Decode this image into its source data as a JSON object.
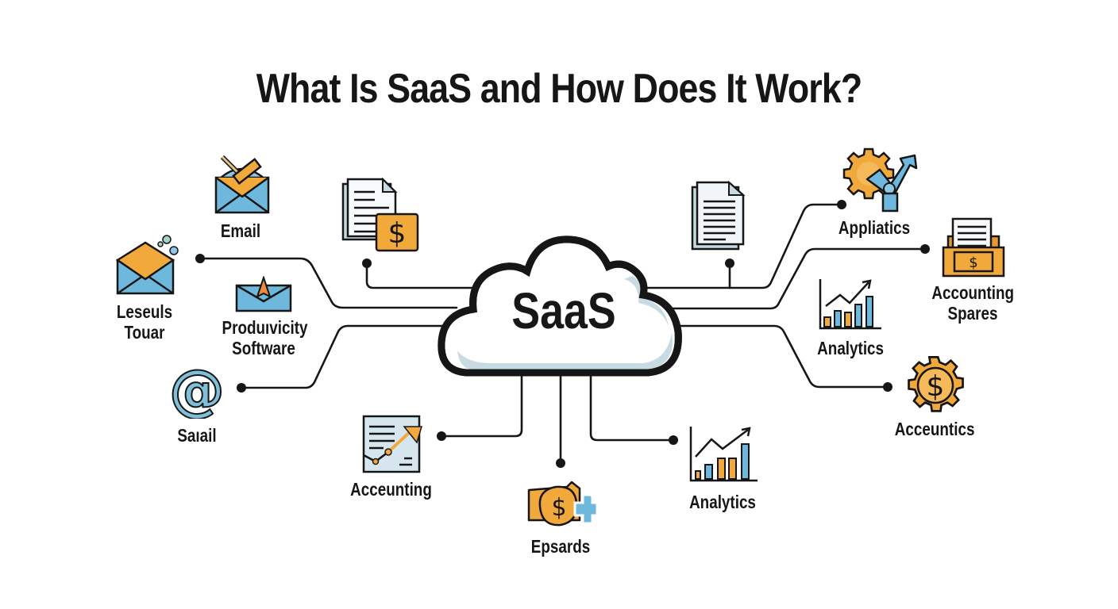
{
  "title": "What Is SaaS and How Does It Work?",
  "center": {
    "label": "SaaS",
    "icon": "cloud-icon"
  },
  "colors": {
    "ink": "#161616",
    "orange": "#F2A93B",
    "blue": "#6FB8DD",
    "cloud_shadow": "#C8DAE2",
    "paper": "#F2F5F7"
  },
  "nodes": {
    "email": {
      "label": "Email",
      "icon": "envelope-hammer-icon"
    },
    "leseuls_touar": {
      "label_line1": "Leseuls",
      "label_line2": "Touar",
      "icon": "open-envelope-icon"
    },
    "productivity_software": {
      "label_line1": "Produıvicity",
      "label_line2": "Software",
      "icon": "envelope-arrow-icon"
    },
    "saiail": {
      "label": "Saıail",
      "icon": "at-sign-icon"
    },
    "invoice": {
      "icon": "document-dollar-icon"
    },
    "accounting_left": {
      "label": "Acceunting",
      "icon": "report-chart-icon"
    },
    "epsards": {
      "label": "Epsards",
      "icon": "money-plus-icon"
    },
    "analytics_bottom": {
      "label": "Analytics",
      "icon": "bar-chart-icon"
    },
    "document_right": {
      "icon": "document-icon"
    },
    "appliatics": {
      "label": "Appliatics",
      "icon": "gear-robot-arm-icon"
    },
    "accounting_spares": {
      "label_line1": "Accounting",
      "label_line2": "Spares",
      "icon": "cash-register-icon"
    },
    "analytics_right": {
      "label": "Analytics",
      "icon": "bar-chart-icon"
    },
    "acceuntics": {
      "label": "Acceuntics",
      "icon": "gear-dollar-icon"
    }
  }
}
